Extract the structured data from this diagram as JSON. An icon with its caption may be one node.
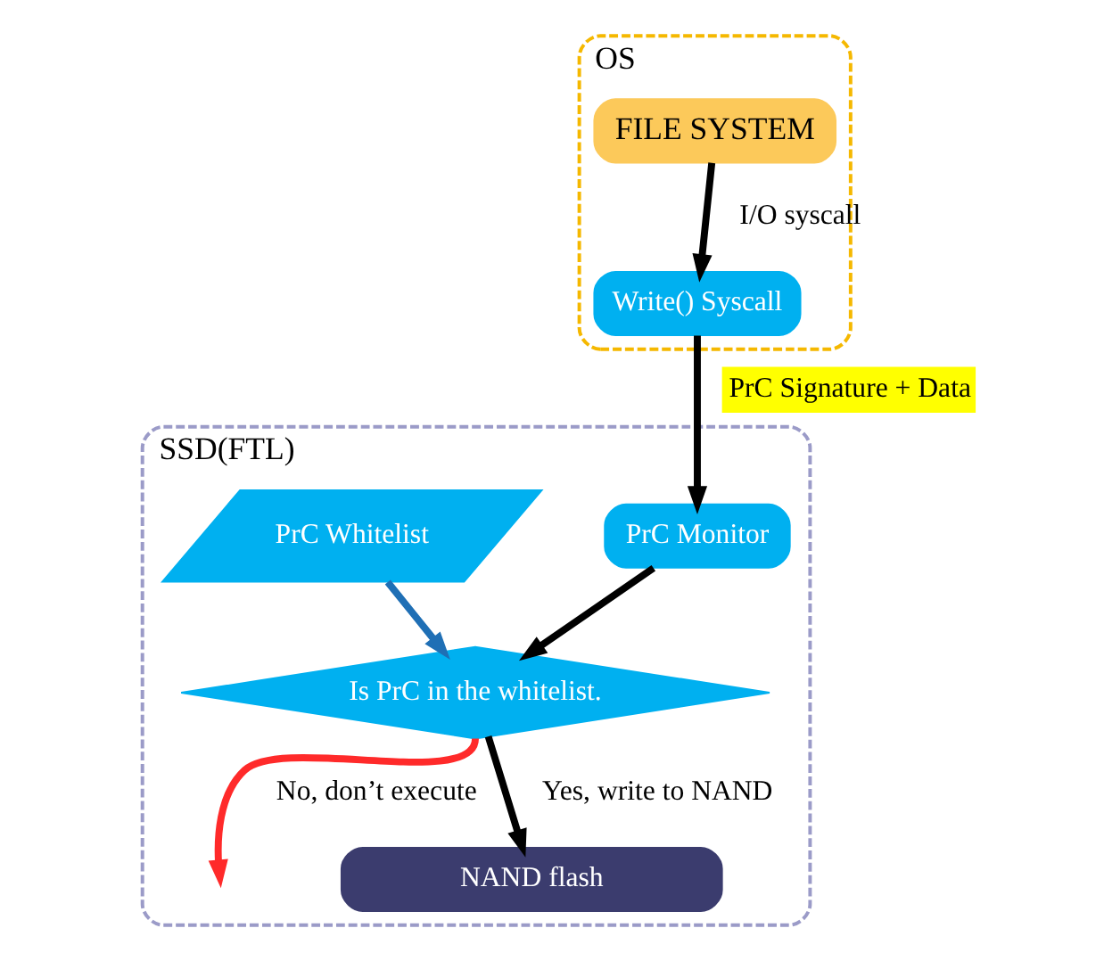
{
  "diagram": {
    "nodes": [
      {
        "text": [
          "OS"
        ]
      },
      {
        "text": [
          "FILE SYSTEM"
        ],
        "in": 0
      },
      {
        "text": [
          "Write() Syscall"
        ],
        "in": 0
      },
      {
        "text": [
          "SSD(FTL)"
        ]
      },
      {
        "text": [
          "PrC Monitor"
        ],
        "in": 3
      },
      {
        "text": [
          "PrC Whitelist"
        ],
        "in": 3
      },
      {
        "text": [
          "Is PrC in the whitelist."
        ],
        "in": 3
      },
      {
        "text": [
          "NAND flash"
        ],
        "in": 3
      }
    ],
    "edges": [
      {
        "from": 1,
        "to": 2,
        "arrow": "to",
        "label": "I/O syscall"
      },
      {
        "from": 2,
        "to": 4,
        "arrow": "to",
        "label": "PrC Signature + Data"
      },
      {
        "from": 4,
        "to": 6,
        "arrow": "to"
      },
      {
        "from": 5,
        "to": 6,
        "arrow": "to",
        "color": "#1f6fb5"
      },
      {
        "from": 6,
        "to": 7,
        "arrow": "to",
        "label": "Yes, write to NAND"
      },
      {
        "from": 6,
        "to": null,
        "arrow": "to",
        "label": "No, don’t execute",
        "color": "#ff2a2a"
      }
    ]
  }
}
